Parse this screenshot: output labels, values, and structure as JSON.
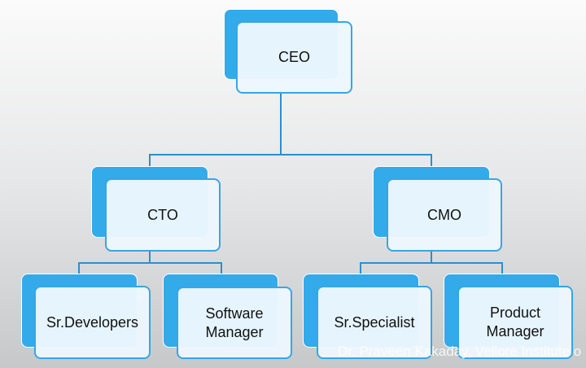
{
  "nodes": {
    "ceo": "CEO",
    "cto": "CTO",
    "cmo": "CMO",
    "sr_developers": "Sr.Developers",
    "software_manager": "Software Manager",
    "sr_specialist": "Sr.Specialist",
    "product_manager": "Product Manager"
  },
  "footer": "Dr. Praveen Kakaday, Vellore Institute o",
  "colors": {
    "accent": "#33aaea",
    "node_fill": "#ecf7fd",
    "connector": "#2c8fc9"
  }
}
